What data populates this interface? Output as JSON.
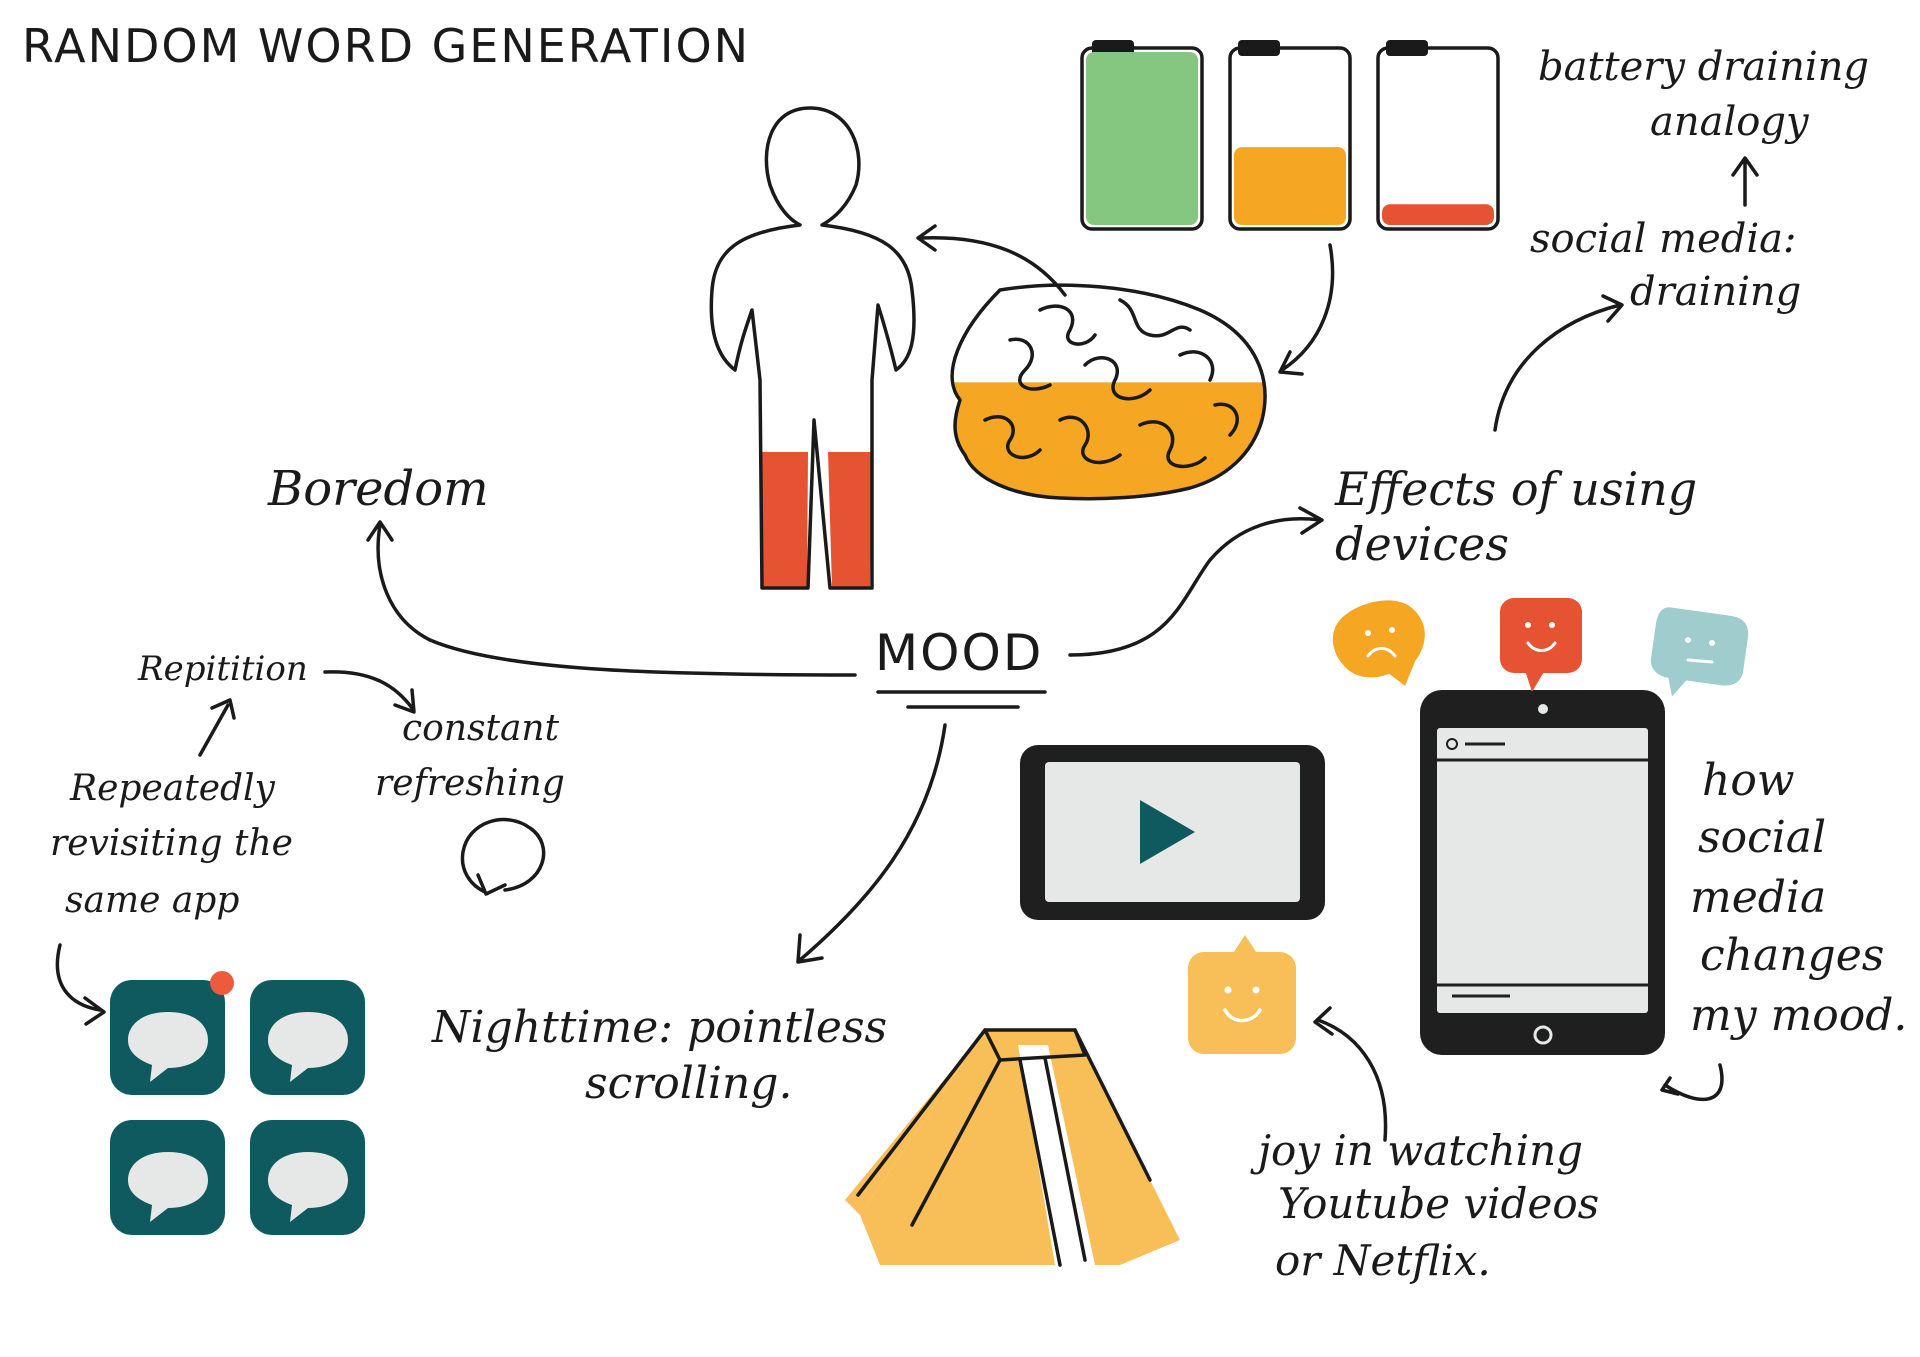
{
  "title": "RANDOM WORD GENERATION",
  "center": {
    "label": "MOOD"
  },
  "labels": {
    "battery": [
      "battery draining",
      "analogy"
    ],
    "social_draining": [
      "social media:",
      "draining"
    ],
    "effects": [
      "Effects of using",
      "devices"
    ],
    "boredom": "Boredom",
    "repitition": "Repitition",
    "constant": [
      "constant",
      "refreshing"
    ],
    "repeatedly": [
      "Repeatedly",
      "revisiting the",
      "same app"
    ],
    "nighttime": [
      "Nighttime: pointless",
      "scrolling."
    ],
    "how_social": [
      "how",
      "social",
      "media",
      "changes",
      "my mood."
    ],
    "joy": [
      "joy in watching",
      "Youtube videos",
      "or Netflix."
    ]
  },
  "battery_levels": [
    1.0,
    0.45,
    0.12
  ],
  "brain_fill_fraction": 0.55,
  "colors": {
    "ink": "#1a1a1a",
    "green": "#85c781",
    "orange": "#f5a623",
    "red": "#e65332",
    "teal": "#0f5a5e",
    "light_blue": "#9fcccc",
    "pale_gray": "#e6e8e8",
    "lamp_yellow": "#f8be58",
    "dot_red": "#ee5a3c"
  },
  "icons": {
    "person": "person-icon",
    "brain": "brain-icon",
    "battery": "battery-icon",
    "refresh": "refresh-icon",
    "app_grid": "chat-app-icon",
    "video_tablet": "video-tablet-icon",
    "social_tablet": "social-tablet-icon",
    "reactions": [
      "sad-face-bubble-icon",
      "happy-face-bubble-icon",
      "neutral-face-bubble-icon",
      "smile-bubble-icon"
    ],
    "lamp": "lamp-icon"
  }
}
